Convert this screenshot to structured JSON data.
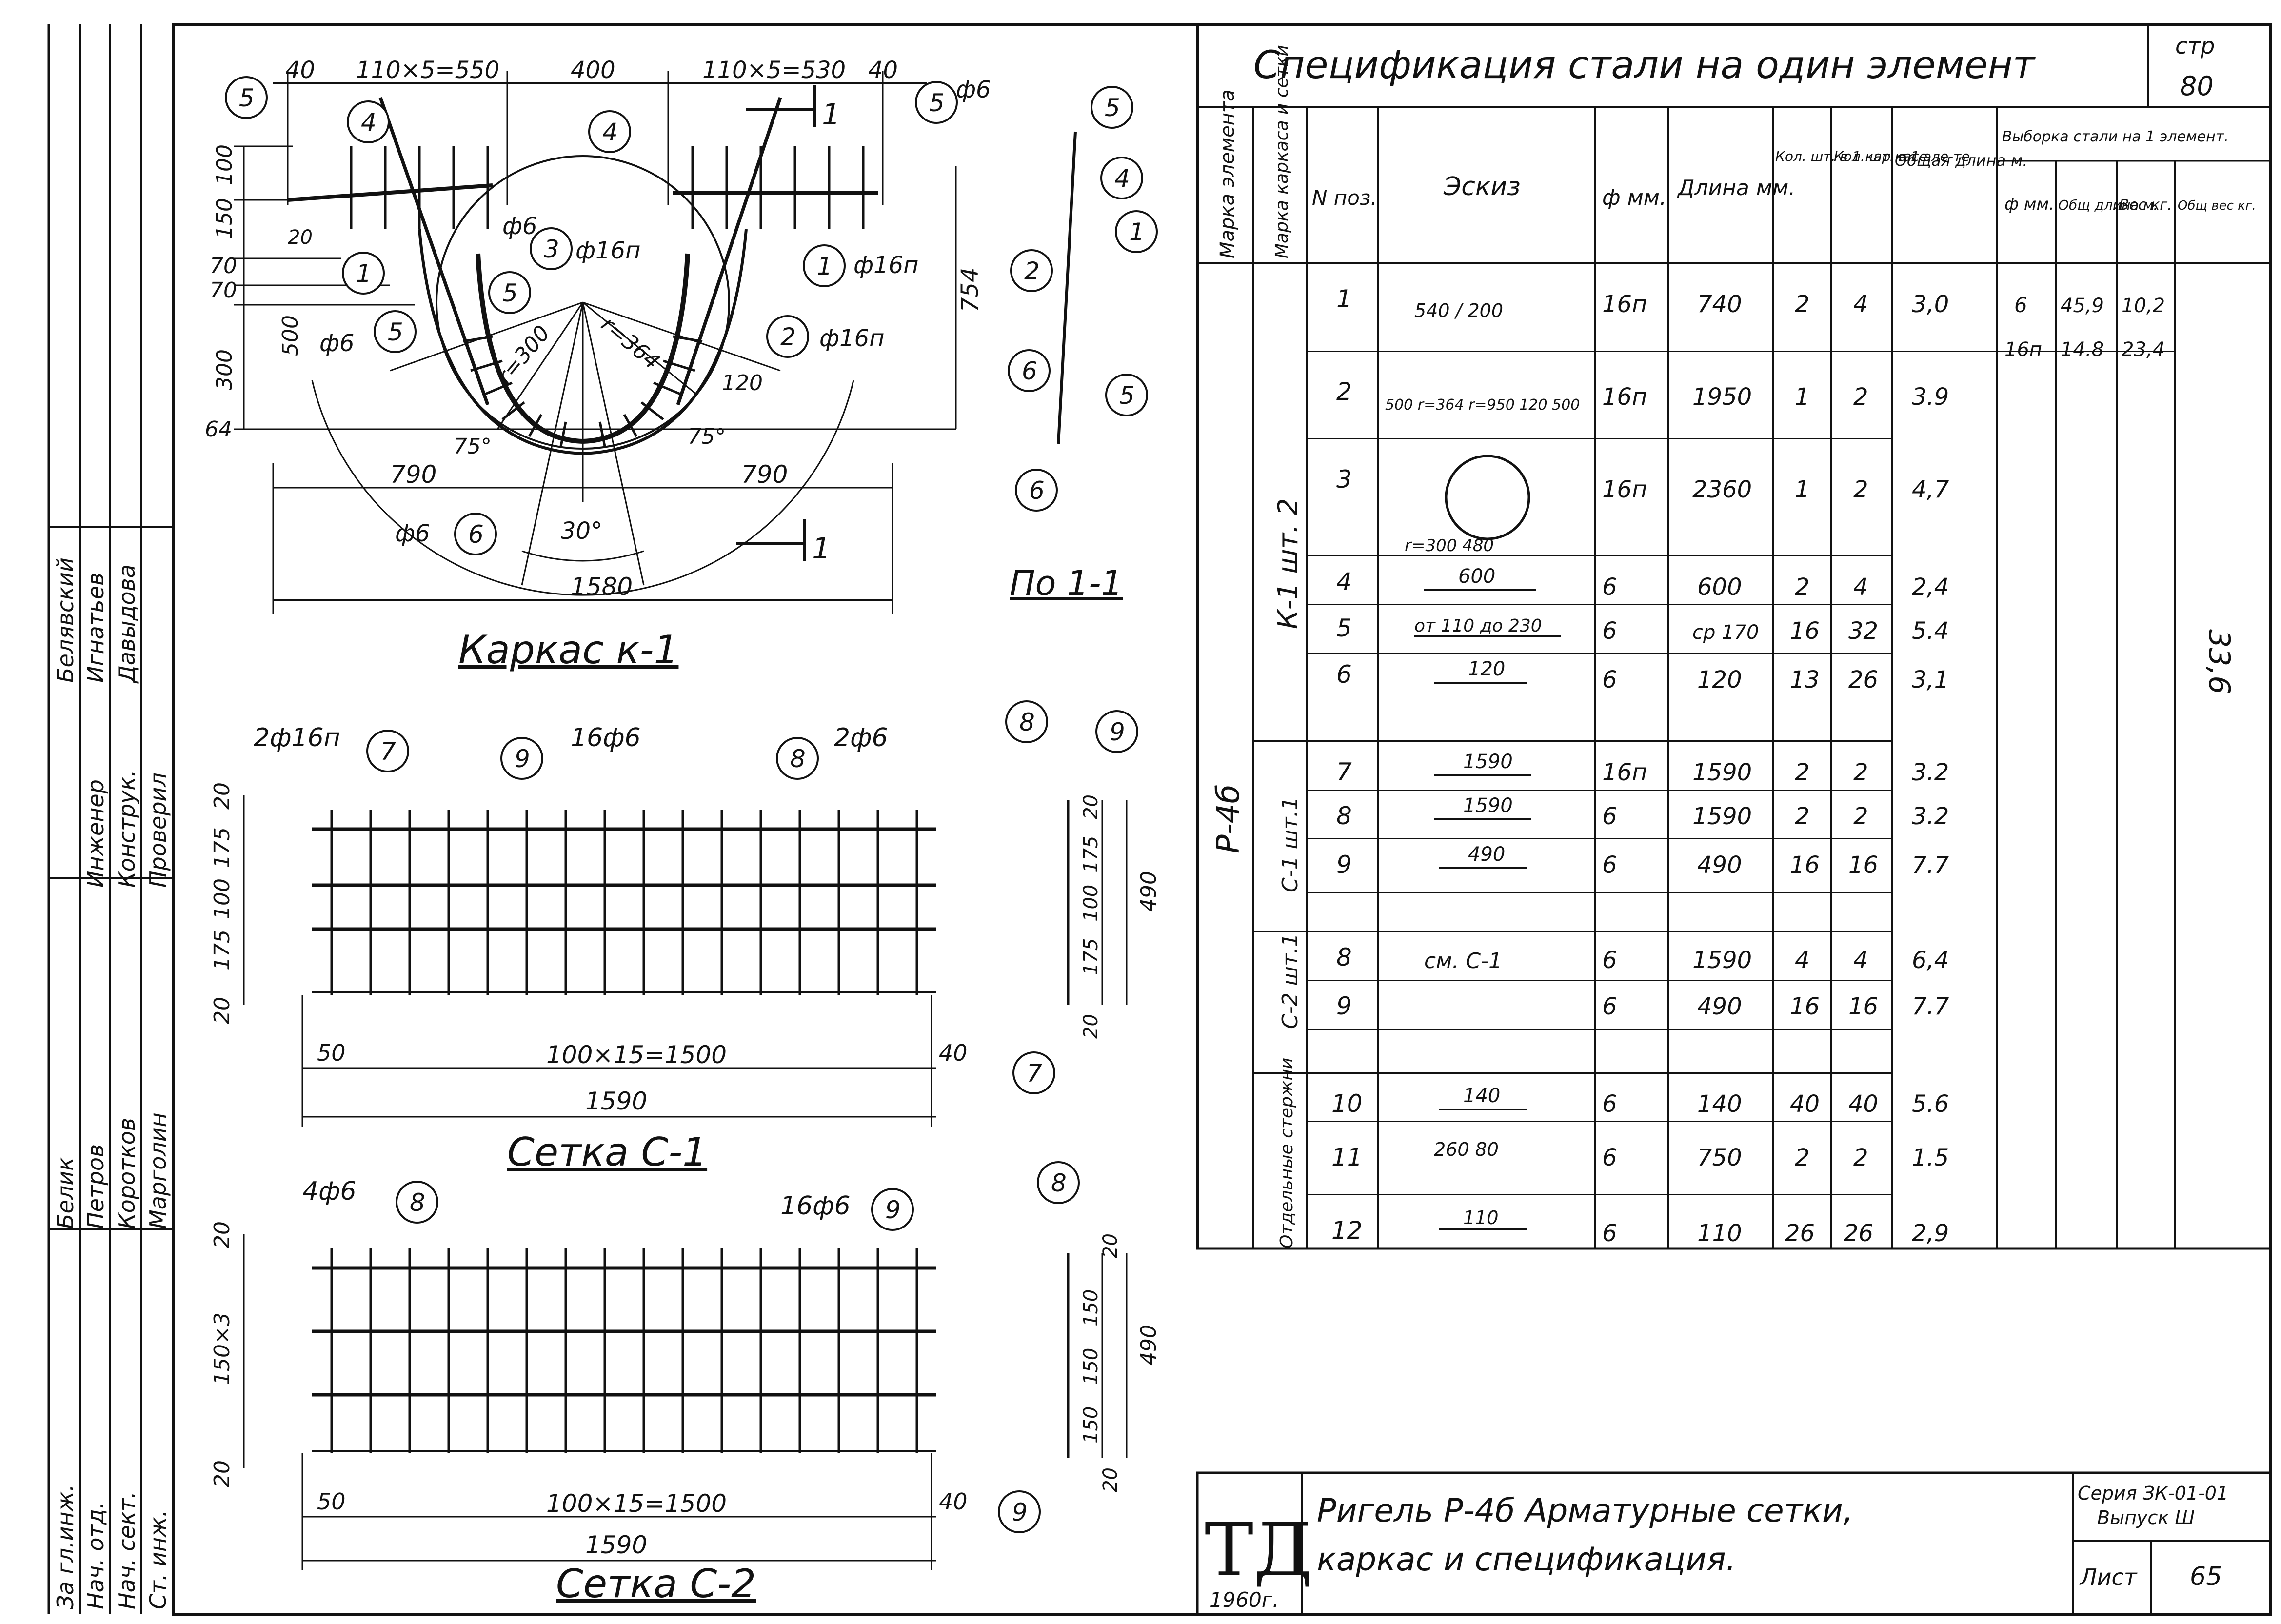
{
  "title_block": {
    "logo": "ТД",
    "year": "1960г.",
    "title_line1": "Ригель Р-4б Арматурные сетки,",
    "title_line2": "каркас и спецификация.",
    "series": "Серия ЗК-01-01",
    "issue": "Выпуск Ш",
    "sheet_label": "Лист",
    "sheet_no": "65"
  },
  "stamp": {
    "roles": [
      "За гл.инж.",
      "Нач. отд.",
      "Нач. сект.",
      "Ст. инж.",
      "Инженер",
      "Конструк.",
      "Проверил"
    ],
    "names": [
      "Белик",
      "Петров",
      "Коротков",
      "Марголин",
      "Белявский",
      "Игнатьев",
      "Давыдова"
    ]
  },
  "spec": {
    "title": "Спецификация стали на один элемент",
    "page_label": "стр",
    "page_no": "80",
    "headers": {
      "mark_element": "Марка элемента",
      "mark_frame": "Марка каркаса и сетки",
      "pos": "N поз.",
      "sketch": "Эскиз",
      "dia": "ф мм.",
      "length": "Длина мм.",
      "qty_frame": "Кол. шт. в 1 кар касе",
      "qty_el": "Кол. шт. в 1 эле-те",
      "total_len": "Общая длина м.",
      "sampling": "Выборка стали на 1 элемент.",
      "s_dia": "ф мм.",
      "s_len": "Общ длина м.",
      "s_weight": "Вес кг.",
      "s_total": "Общ вес кг."
    },
    "element_mark": "Р-4б",
    "groups": [
      {
        "label": "К-1 шт. 2"
      },
      {
        "label": "С-1 шт.1"
      },
      {
        "label": "С-2 шт.1"
      },
      {
        "label": "Отдельные стержни"
      }
    ],
    "rows": [
      {
        "pos": "1",
        "sketch": "540 / 200",
        "dia": "16п",
        "len": "740",
        "qf": "2",
        "qe": "4",
        "tot": "3,0"
      },
      {
        "pos": "2",
        "sketch": "500 r=364 r=950 120 500",
        "dia": "16п",
        "len": "1950",
        "qf": "1",
        "qe": "2",
        "tot": "3.9"
      },
      {
        "pos": "3",
        "sketch": "r=300 480",
        "dia": "16п",
        "len": "2360",
        "qf": "1",
        "qe": "2",
        "tot": "4,7"
      },
      {
        "pos": "4",
        "sketch": "600",
        "dia": "6",
        "len": "600",
        "qf": "2",
        "qe": "4",
        "tot": "2,4"
      },
      {
        "pos": "5",
        "sketch": "от 110 до 230",
        "dia": "6",
        "len": "ср 170",
        "qf": "16",
        "qe": "32",
        "tot": "5.4"
      },
      {
        "pos": "6",
        "sketch": "120",
        "dia": "6",
        "len": "120",
        "qf": "13",
        "qe": "26",
        "tot": "3,1"
      },
      {
        "pos": "7",
        "sketch": "1590",
        "dia": "16п",
        "len": "1590",
        "qf": "2",
        "qe": "2",
        "tot": "3.2"
      },
      {
        "pos": "8",
        "sketch": "1590",
        "dia": "6",
        "len": "1590",
        "qf": "2",
        "qe": "2",
        "tot": "3.2"
      },
      {
        "pos": "9",
        "sketch": "490",
        "dia": "6",
        "len": "490",
        "qf": "16",
        "qe": "16",
        "tot": "7.7"
      },
      {
        "pos": "8",
        "sketch": "см. С-1",
        "dia": "6",
        "len": "1590",
        "qf": "4",
        "qe": "4",
        "tot": "6,4"
      },
      {
        "pos": "9",
        "sketch": "",
        "dia": "6",
        "len": "490",
        "qf": "16",
        "qe": "16",
        "tot": "7.7"
      },
      {
        "pos": "10",
        "sketch": "140",
        "dia": "6",
        "len": "140",
        "qf": "40",
        "qe": "40",
        "tot": "5.6"
      },
      {
        "pos": "11",
        "sketch": "260 80",
        "dia": "6",
        "len": "750",
        "qf": "2",
        "qe": "2",
        "tot": "1.5"
      },
      {
        "pos": "12",
        "sketch": "110",
        "dia": "6",
        "len": "110",
        "qf": "26",
        "qe": "26",
        "tot": "2,9"
      }
    ],
    "sampling_rows": [
      {
        "dia": "6",
        "len": "45,9",
        "weight": "10,2"
      },
      {
        "dia": "16п",
        "len": "14.8",
        "weight": "23,4"
      }
    ],
    "total_weight": "33,6"
  },
  "frame_k1": {
    "title": "Каркас к-1",
    "dims_top": [
      "40",
      "110×5=550",
      "400",
      "110×5=530",
      "40"
    ],
    "dims_left": [
      "100",
      "150",
      "70",
      "70",
      "500",
      "300",
      "64"
    ],
    "dim_right": "754",
    "dims_bottom": [
      "790",
      "790",
      "1580"
    ],
    "angle_bottom": "30°",
    "angles": [
      "75°",
      "75°"
    ],
    "radii": [
      "r=300",
      "r=364"
    ],
    "dim_120": "120",
    "dim_20": "20",
    "labels": [
      "ф6",
      "ф16п",
      "ф16п",
      "ф16п",
      "ф6",
      "ф6"
    ],
    "positions": [
      "5",
      "4",
      "4",
      "5",
      "3",
      "1",
      "1",
      "5",
      "5",
      "2",
      "6"
    ],
    "section_mark": "1",
    "section_title": "По 1-1",
    "section_positions": [
      "5",
      "4",
      "1",
      "2",
      "6",
      "5",
      "6"
    ]
  },
  "mesh_c1": {
    "title": "Сетка С-1",
    "callouts": [
      "2ф16п",
      "16ф6",
      "2ф6"
    ],
    "positions": [
      "7",
      "9",
      "8"
    ],
    "dims_left": [
      "20",
      "175",
      "100",
      "175",
      "20"
    ],
    "dims_bottom": [
      "50",
      "100×15=1500",
      "40",
      "1590"
    ],
    "section_positions": [
      "8",
      "9",
      "7"
    ],
    "section_dims": [
      "20",
      "175",
      "100",
      "175",
      "20",
      "490"
    ]
  },
  "mesh_c2": {
    "title": "Сетка С-2",
    "callouts": [
      "4ф6",
      "16ф6"
    ],
    "positions": [
      "8",
      "9"
    ],
    "dims_left": [
      "20",
      "150×3",
      "20"
    ],
    "dims_bottom": [
      "50",
      "100×15=1500",
      "40",
      "1590"
    ],
    "section_positions": [
      "8",
      "9"
    ],
    "section_dims": [
      "20",
      "150",
      "150",
      "150",
      "20",
      "490"
    ]
  }
}
